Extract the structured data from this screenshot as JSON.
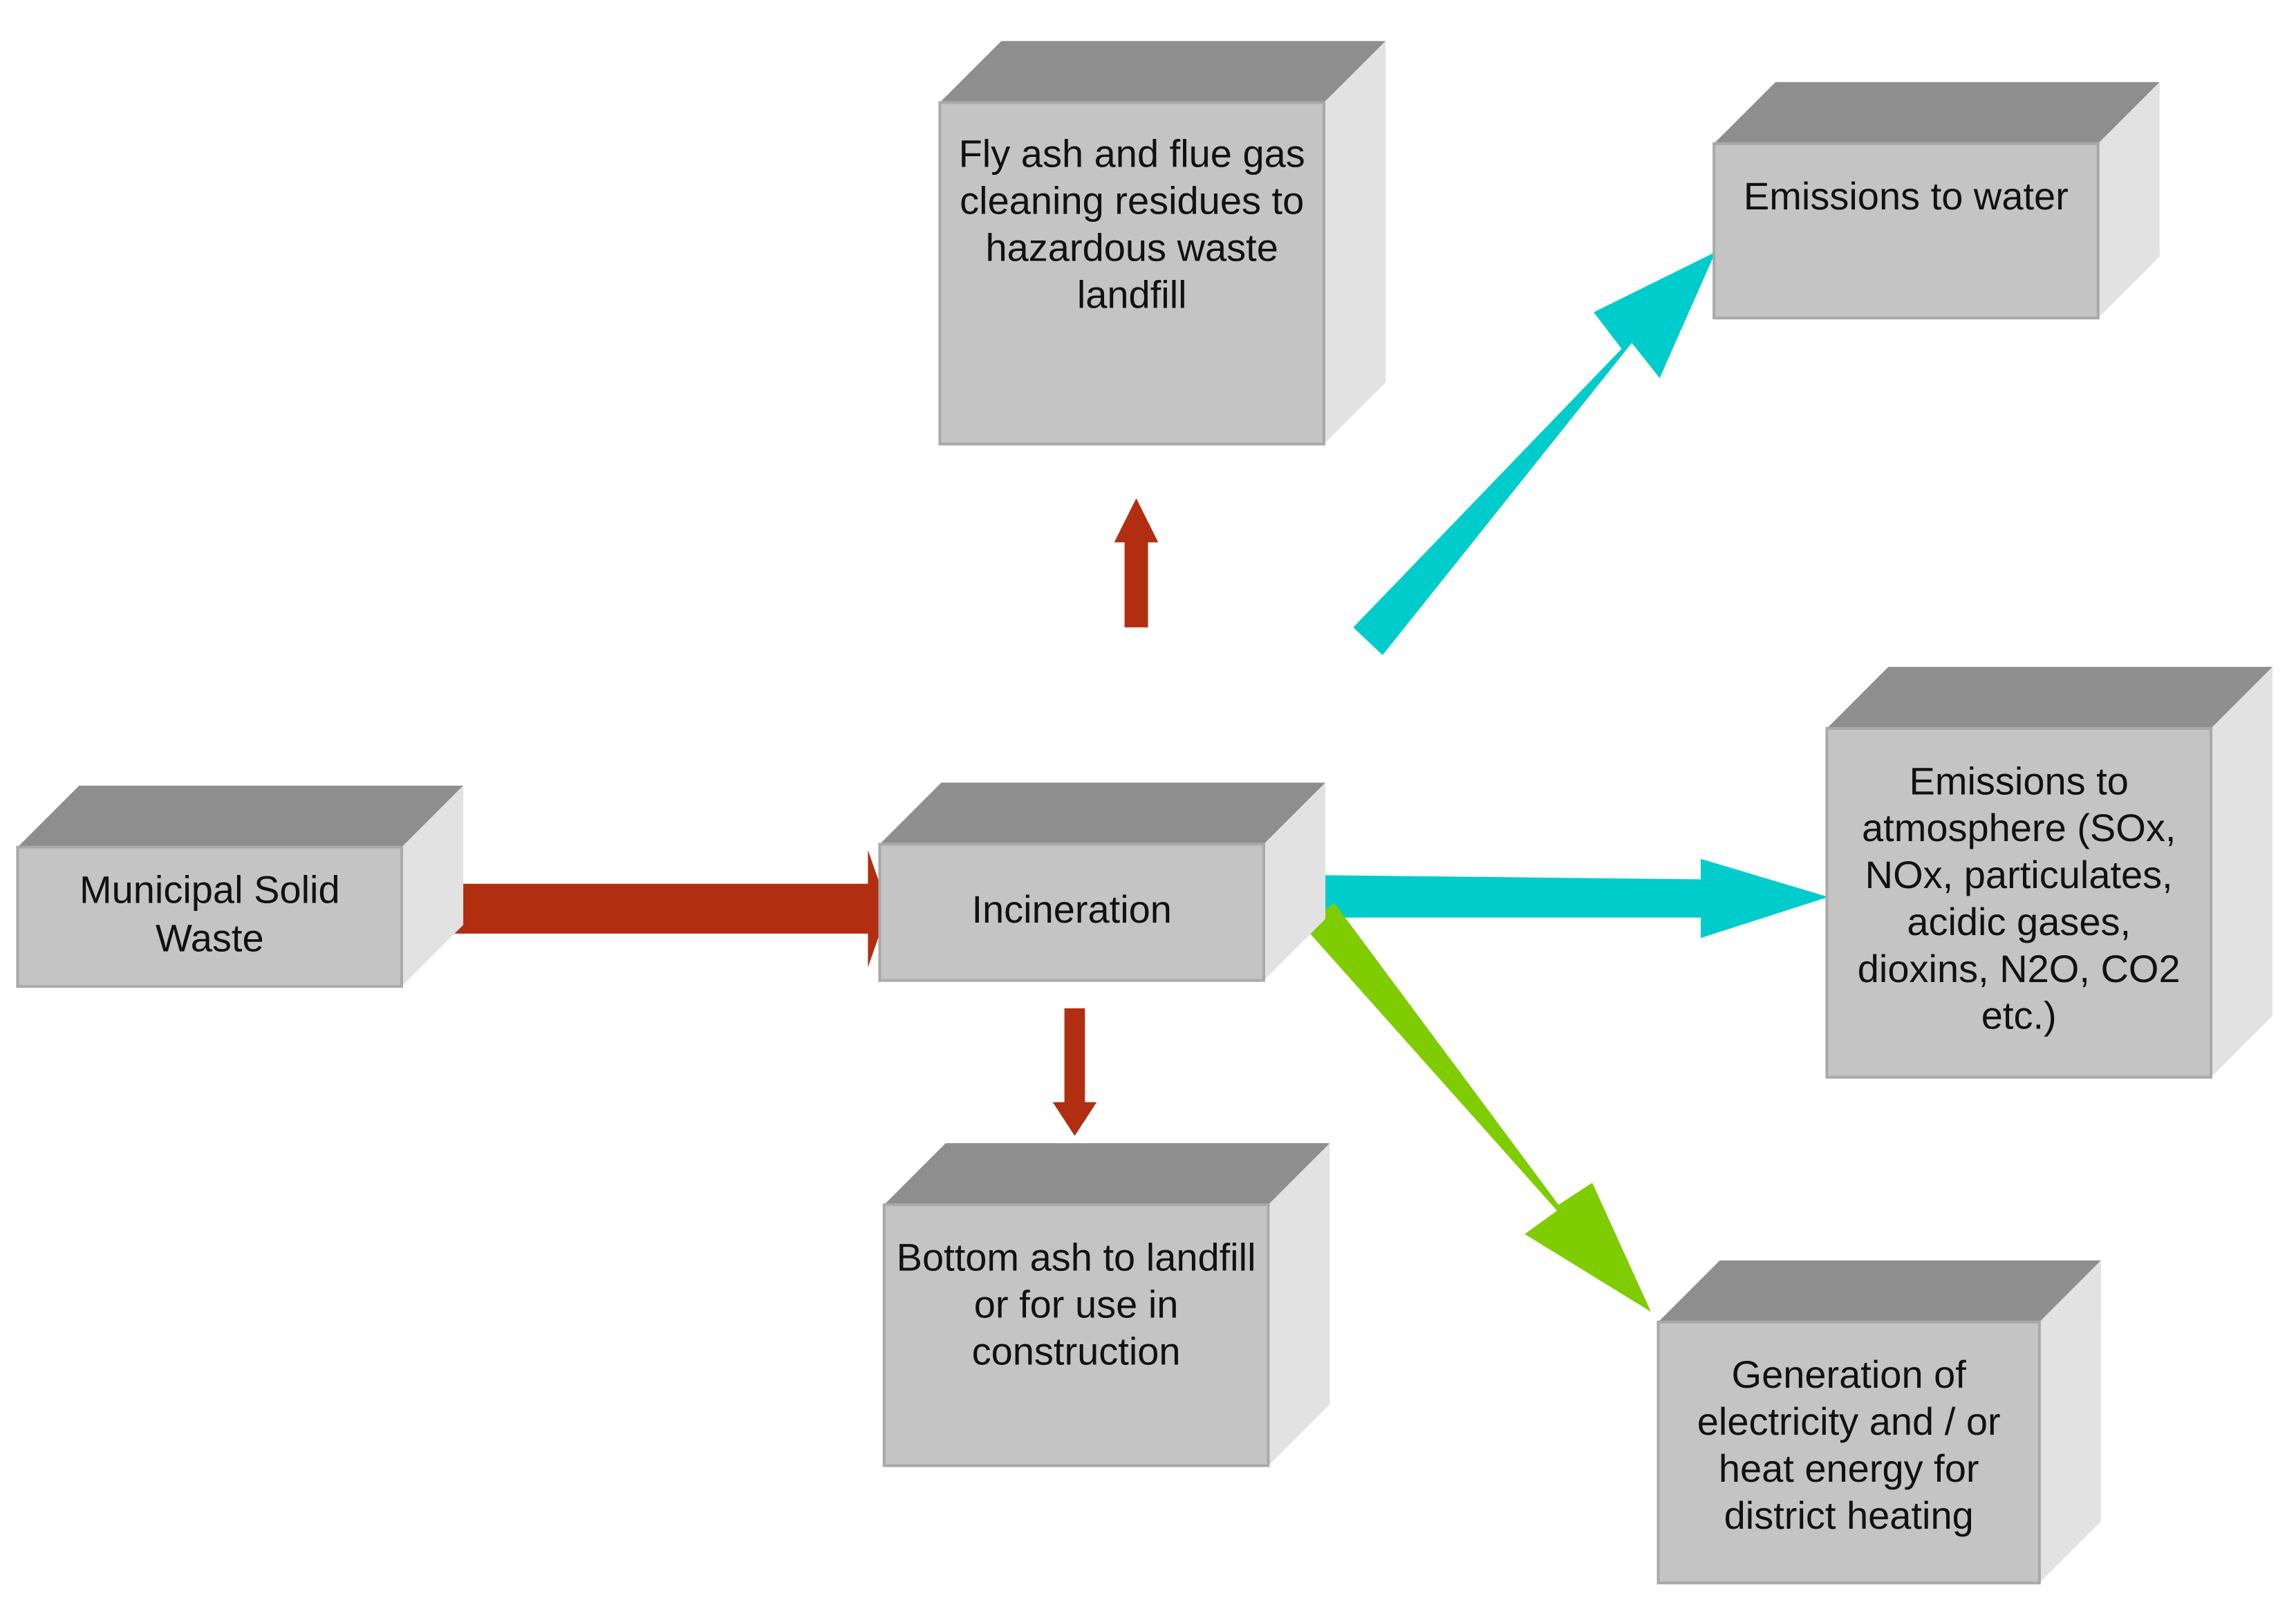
{
  "colors": {
    "box_front": "#c4c4c4",
    "box_top": "#8e8e8e",
    "box_side": "#e2e2e2",
    "box_edge": "#a9a9a9",
    "arrow_red": "#b22e10",
    "arrow_cyan": "#00cccc",
    "arrow_green": "#7fcc00",
    "text": "#111111"
  },
  "nodes": {
    "msw": {
      "lines": [
        "Municipal Solid",
        "Waste"
      ]
    },
    "incineration": {
      "lines": [
        "Incineration"
      ]
    },
    "fly_ash": {
      "lines": [
        "Fly ash and flue gas",
        "cleaning residues to",
        "hazardous waste",
        "landfill"
      ]
    },
    "water": {
      "lines": [
        "Emissions to water"
      ]
    },
    "atmosphere": {
      "lines": [
        "Emissions to",
        "atmosphere (SOx,",
        "NOx, particulates,",
        "acidic gases,",
        "dioxins, N2O, CO2",
        "etc.)"
      ]
    },
    "bottom_ash": {
      "lines": [
        "Bottom ash to landfill",
        "or for use in",
        "construction"
      ]
    },
    "energy": {
      "lines": [
        "Generation of",
        "electricity and / or",
        "heat energy for",
        "district heating"
      ]
    }
  },
  "arrows": [
    {
      "name": "arrow-msw-to-incineration",
      "color": "arrow_red"
    },
    {
      "name": "arrow-incineration-to-fly-ash",
      "color": "arrow_red"
    },
    {
      "name": "arrow-incineration-to-bottom-ash",
      "color": "arrow_red"
    },
    {
      "name": "arrow-incineration-to-water",
      "color": "arrow_cyan"
    },
    {
      "name": "arrow-incineration-to-atmosphere",
      "color": "arrow_cyan"
    },
    {
      "name": "arrow-incineration-to-energy",
      "color": "arrow_green"
    }
  ]
}
